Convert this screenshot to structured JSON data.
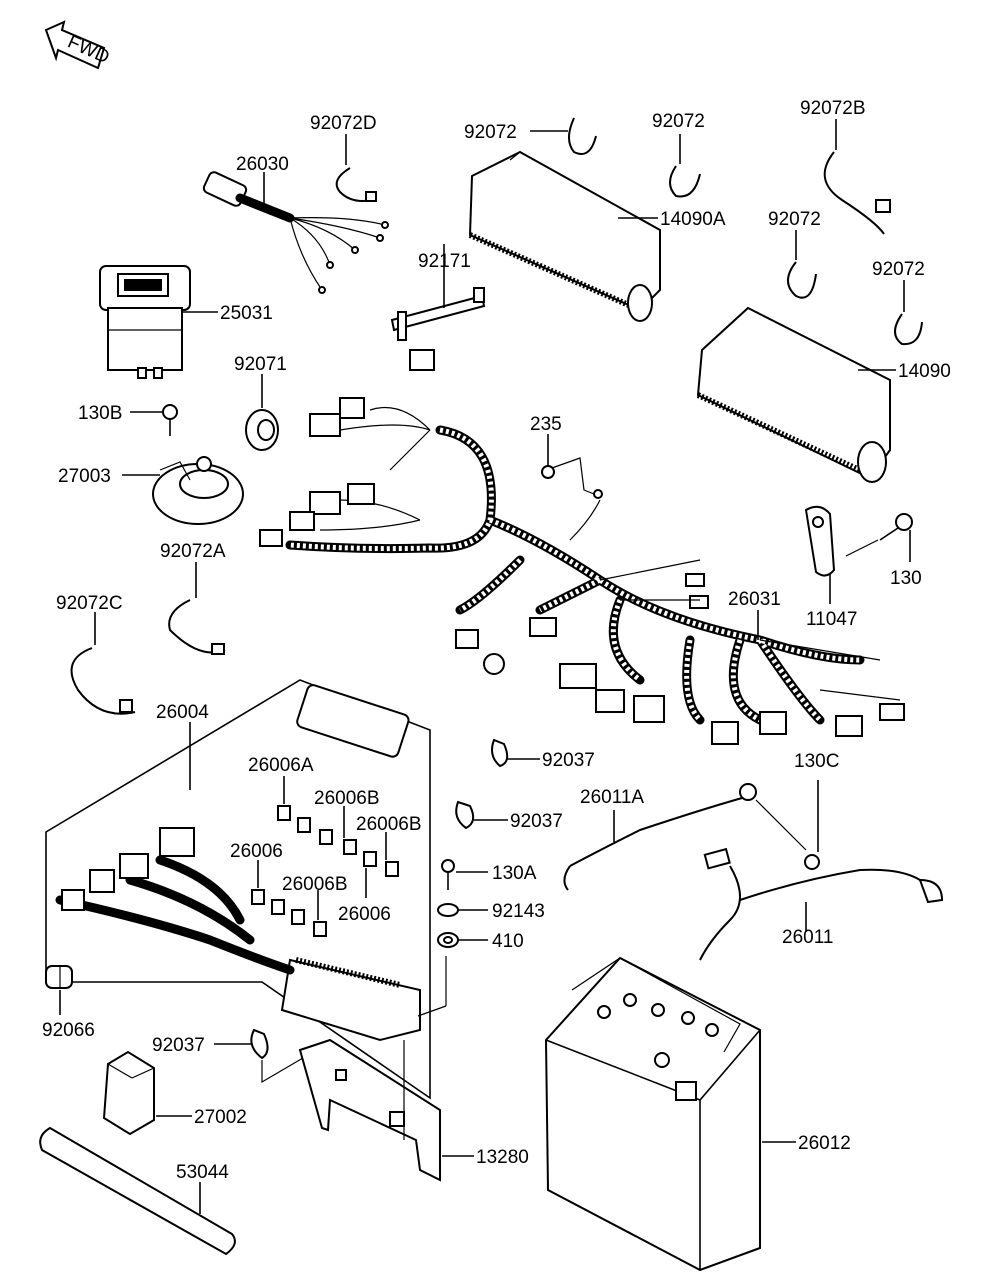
{
  "fwd_label": "FWD",
  "labels": {
    "p92072D": "92072D",
    "p26030": "26030",
    "p92072_a": "92072",
    "p92072_b": "92072",
    "p92072B": "92072B",
    "p14090A": "14090A",
    "p92072_c": "92072",
    "p92072_d": "92072",
    "p92171": "92171",
    "p25031": "25031",
    "p14090": "14090",
    "p92071": "92071",
    "p130B": "130B",
    "p235": "235",
    "p27003": "27003",
    "p92072A": "92072A",
    "p130": "130",
    "p92072C": "92072C",
    "p11047": "11047",
    "p26031": "26031",
    "p26004": "26004",
    "p92037_a": "92037",
    "p130C": "130C",
    "p26006A": "26006A",
    "p92037_b": "92037",
    "p26011A": "26011A",
    "p26006B_a": "26006B",
    "p26006B_b": "26006B",
    "p26006_a": "26006",
    "p26006B_c": "26006B",
    "p130A": "130A",
    "p92143": "92143",
    "p26006_b": "26006",
    "p410": "410",
    "p26011": "26011",
    "p92066": "92066",
    "p92037_c": "92037",
    "p27002": "27002",
    "p26012": "26012",
    "p13280": "13280",
    "p53044": "53044"
  }
}
